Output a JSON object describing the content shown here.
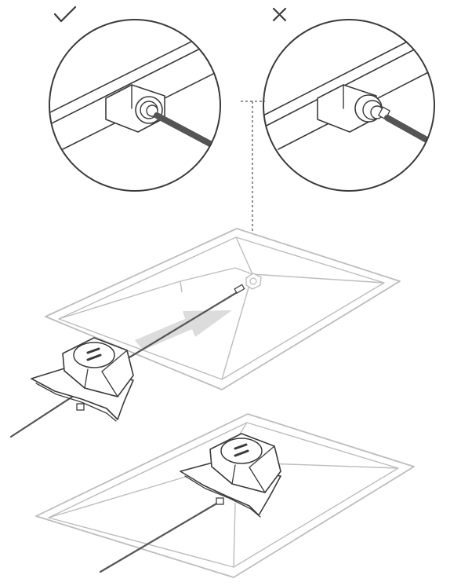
{
  "figure": {
    "kind": "assembly-instruction",
    "colors": {
      "ink": "#3b3b3b",
      "light_line": "#bdbdbd",
      "cable": "#555555",
      "arrow": "#dcdcdc",
      "background": "#ffffff"
    },
    "icons": {
      "correct": "check-mark-icon",
      "incorrect": "cross-mark-icon"
    },
    "insets": [
      {
        "id": "correct",
        "status": "correct",
        "description_icon": "check-mark-icon"
      },
      {
        "id": "incorrect",
        "status": "incorrect",
        "description_icon": "cross-mark-icon"
      }
    ],
    "steps": [
      {
        "id": "step-1",
        "state": "base-detached"
      },
      {
        "id": "step-2",
        "state": "base-attached"
      }
    ]
  }
}
